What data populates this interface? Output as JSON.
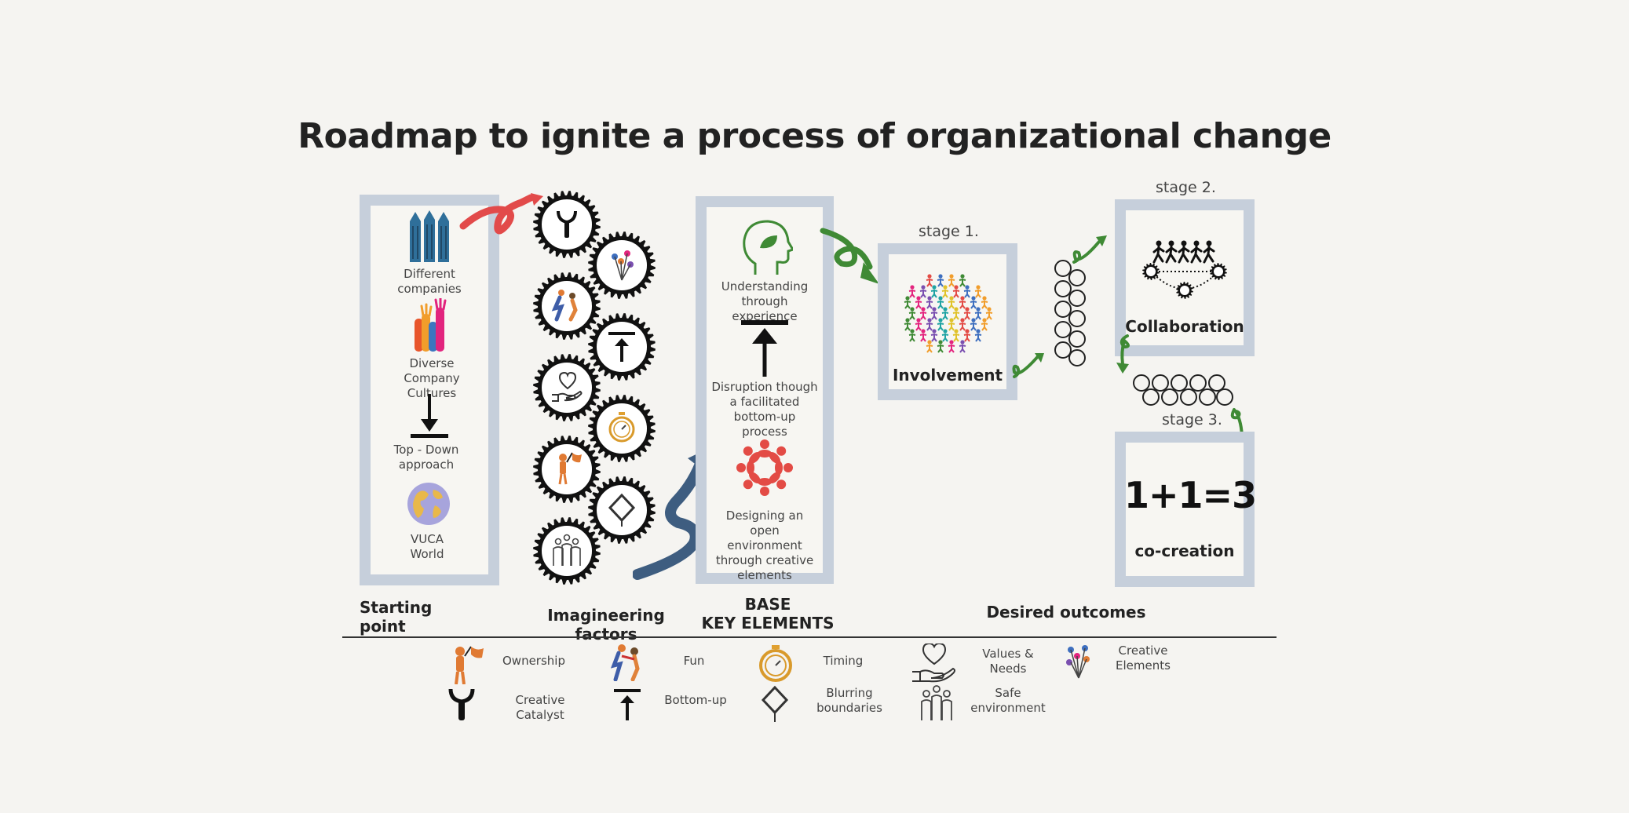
{
  "title": "Roadmap to ignite a process of organizational change",
  "starting_point": {
    "label": "Starting point",
    "items": [
      {
        "text": "Different companies",
        "icon": "buildings-icon"
      },
      {
        "text": "Diverse Company Cultures",
        "icon": "raised-hands-icon"
      },
      {
        "text": "Top - Down approach",
        "icon": "arrow-down-icon"
      },
      {
        "text": "VUCA World",
        "icon": "globe-icon"
      }
    ]
  },
  "imagineering": {
    "label": "Imagineering factors"
  },
  "base": {
    "label_line1": "BASE",
    "label_line2": "KEY ELEMENTS",
    "items": [
      {
        "text": "Understanding through experience",
        "icon": "head-leaf-icon"
      },
      {
        "text": "Disruption though a facilitated bottom-up process",
        "icon": "arrow-up-icon"
      },
      {
        "text": "Designing an open environment through creative elements",
        "icon": "circle-people-icon"
      }
    ]
  },
  "outcomes": {
    "label": "Desired outcomes",
    "stage1": {
      "stage": "stage 1.",
      "label": "Involvement"
    },
    "stage2": {
      "stage": "stage 2.",
      "label": "Collaboration"
    },
    "stage3": {
      "stage": "stage 3.",
      "equation": "1+1=3",
      "label": "co-creation"
    }
  },
  "legend": [
    {
      "text": "Ownership",
      "icon": "ownership-icon"
    },
    {
      "text": "Fun",
      "icon": "dancing-people-icon"
    },
    {
      "text": "Timing",
      "icon": "stopwatch-icon"
    },
    {
      "text": "Values & Needs",
      "icon": "heart-hand-icon"
    },
    {
      "text": "Creative Elements",
      "icon": "flowers-icon"
    },
    {
      "text": "Creative Catalyst",
      "icon": "slingshot-icon"
    },
    {
      "text": "Bottom-up",
      "icon": "arrow-up-icon"
    },
    {
      "text": "Blurring boundaries",
      "icon": "diamond-icon"
    },
    {
      "text": "Safe environment",
      "icon": "group-icon"
    }
  ],
  "colors": {
    "frame": "#c6cfdb",
    "red_arrow": "#e24a4a",
    "green_arrow": "#3f8a35",
    "blue_arrow": "#3e5d80",
    "orange": "#e07a33",
    "background": "#f5f4f1"
  }
}
